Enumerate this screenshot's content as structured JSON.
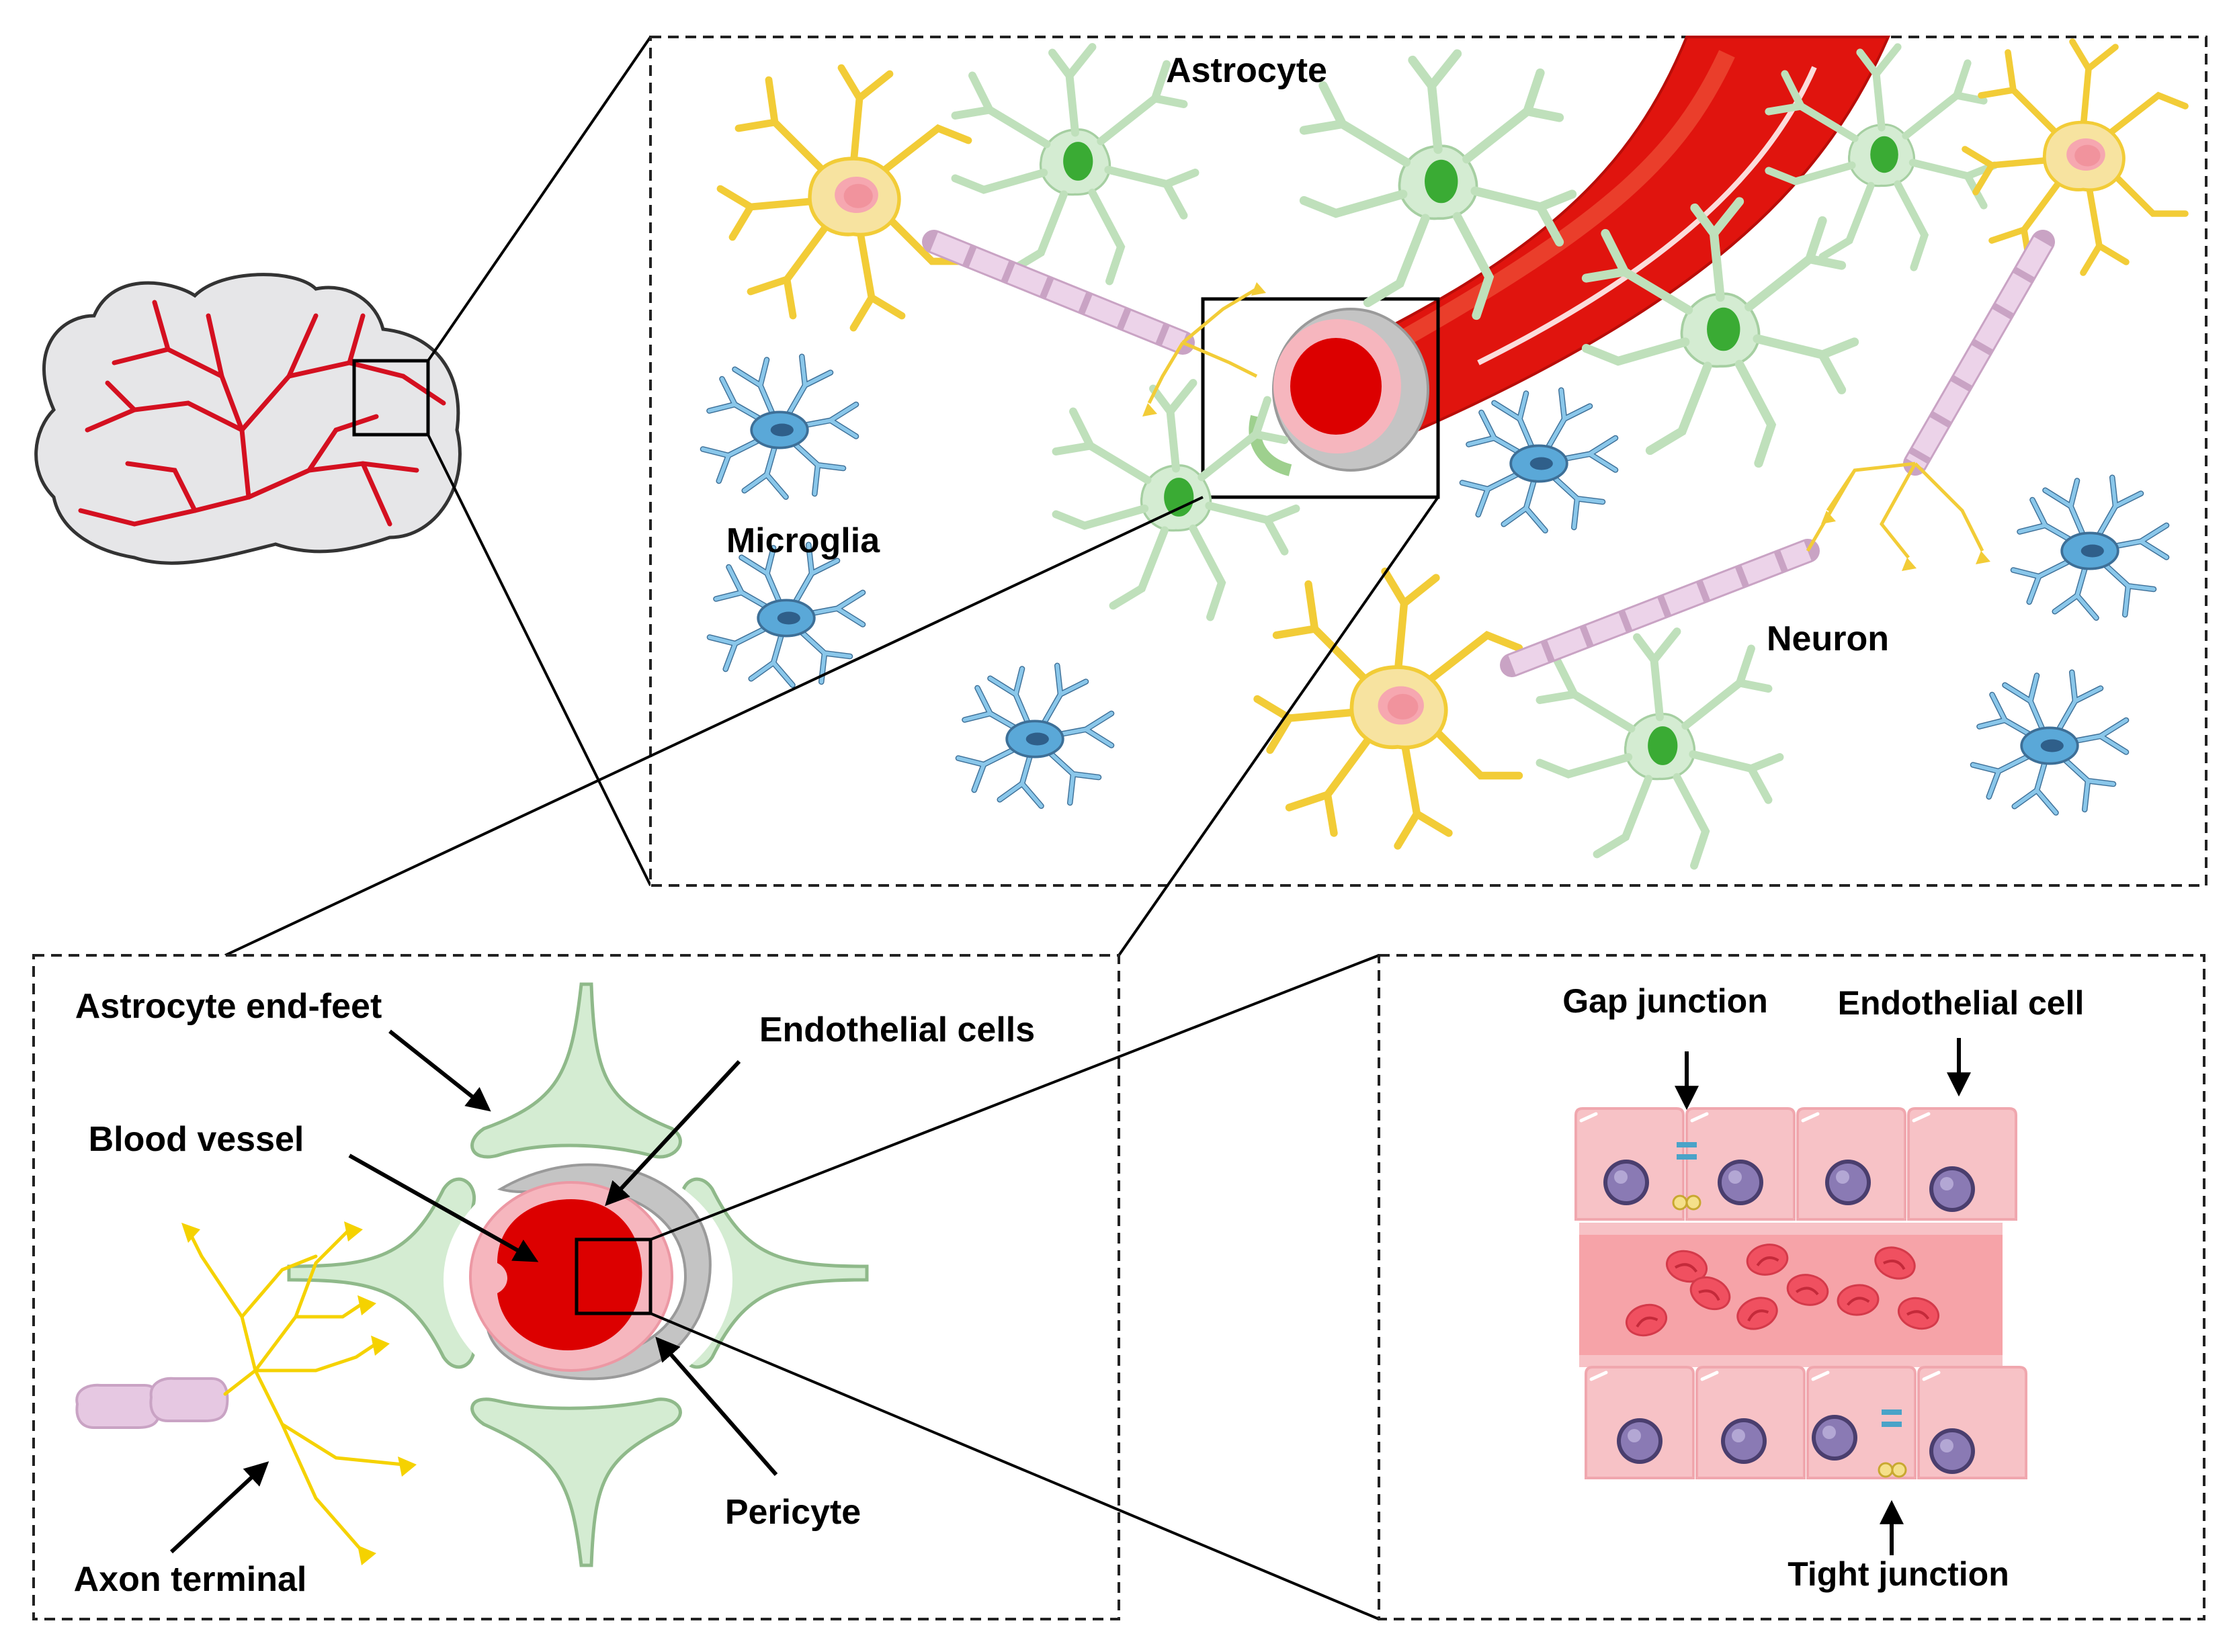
{
  "labels": {
    "astrocyte": "Astrocyte",
    "microglia": "Microglia",
    "neuron": "Neuron",
    "astrocyte_end_feet": "Astrocyte end-feet",
    "endothelial_cells": "Endothelial cells",
    "blood_vessel": "Blood vessel",
    "pericyte": "Pericyte",
    "axon_terminal": "Axon terminal",
    "gap_junction": "Gap junction",
    "endothelial_cell": "Endothelial cell",
    "tight_junction": "Tight junction"
  },
  "colors": {
    "vessel_red": "#e0140e",
    "lumen_red": "#dc0000",
    "endothelium_pink": "#f6b6be",
    "pericyte_gray": "#b4b4b4",
    "astrocyte_green": "#d4ecd2",
    "astrocyte_nucleus": "#3aab34",
    "neuron_yellow": "#f5d84a",
    "microglia_blue": "#5aa8d8",
    "myelin_pink": "#e6c8e2",
    "cell_pink": "#f7c2c6",
    "nucleus_purple": "#7a6aa0",
    "rbc_red": "#f05060"
  }
}
